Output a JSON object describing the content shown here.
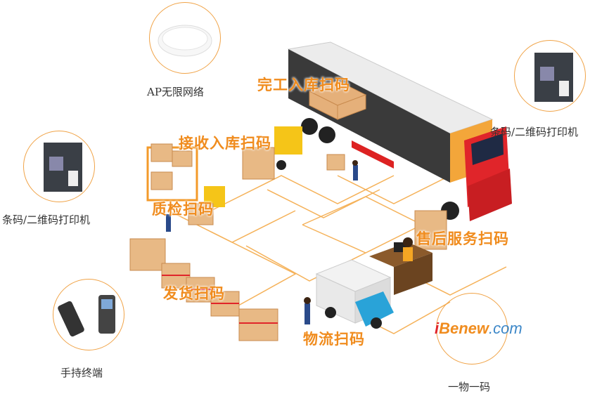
{
  "devices": {
    "ap": "AP无限网络",
    "printer_top": "条码/二维码打印机",
    "printer_left": "条码/二维码打印机",
    "handheld": "手持终端",
    "one_code": "一物一码"
  },
  "stages": {
    "finished_inbound": "完工入库扫码",
    "receiving_inbound": "接收入库扫码",
    "quality_check": "质检扫码",
    "after_sales": "售后服务扫码",
    "shipping": "发货扫码",
    "logistics": "物流扫码"
  },
  "logo": {
    "prefix": "i",
    "brand": "Benew",
    "suffix": ".com"
  },
  "colors": {
    "accent": "#f08c1e",
    "circle": "#f0a347",
    "lines": "#f5b25a",
    "truck_red": "#e0252a"
  }
}
